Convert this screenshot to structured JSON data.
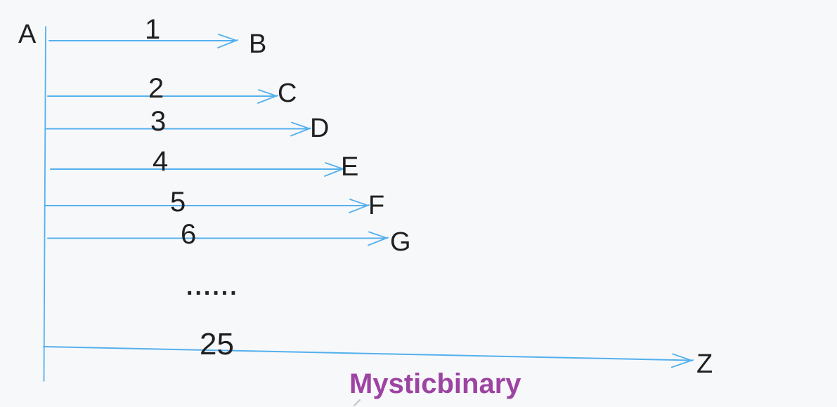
{
  "diagram": {
    "source_label": "A",
    "arrows": [
      {
        "number": "1",
        "target": "B"
      },
      {
        "number": "2",
        "target": "C"
      },
      {
        "number": "3",
        "target": "D"
      },
      {
        "number": "4",
        "target": "E"
      },
      {
        "number": "5",
        "target": "F"
      },
      {
        "number": "6",
        "target": "G"
      },
      {
        "number": "25",
        "target": "Z"
      }
    ],
    "ellipsis": "......",
    "watermark": "Mysticbinary",
    "colors": {
      "line": "#54b0ed",
      "text": "#1f1f1f",
      "watermark": "#9d44a2",
      "background": "#f7f8fa"
    }
  }
}
